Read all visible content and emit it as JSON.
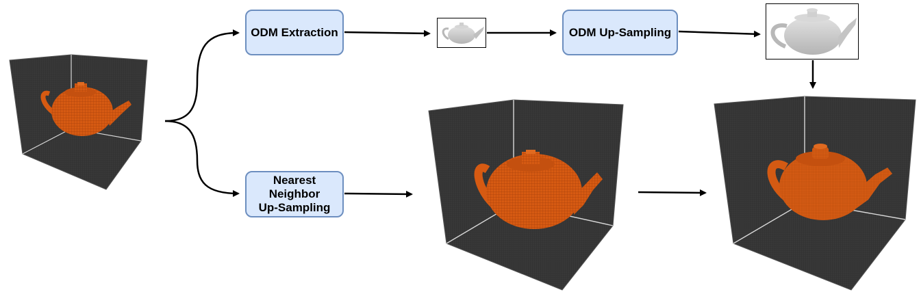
{
  "boxes": {
    "odm_extraction": "ODM Extraction",
    "odm_upsampling": "ODM Up-Sampling",
    "nearest_neighbor": [
      "Nearest",
      "Neighbor",
      "Up-Sampling"
    ]
  },
  "colors": {
    "box_fill": "#dae8fc",
    "box_border": "#6c8ebf",
    "voxel_orange": "#d65a12",
    "grid_dark": "#3a3a3a",
    "depth_gray": "#c8c8c8"
  },
  "icons": {
    "input_voxels": "voxel-teapot-icon",
    "small_depth_map": "depth-map-icon",
    "large_depth_map": "depth-map-icon",
    "nn_output": "voxel-teapot-icon",
    "final_output": "voxel-teapot-icon"
  }
}
